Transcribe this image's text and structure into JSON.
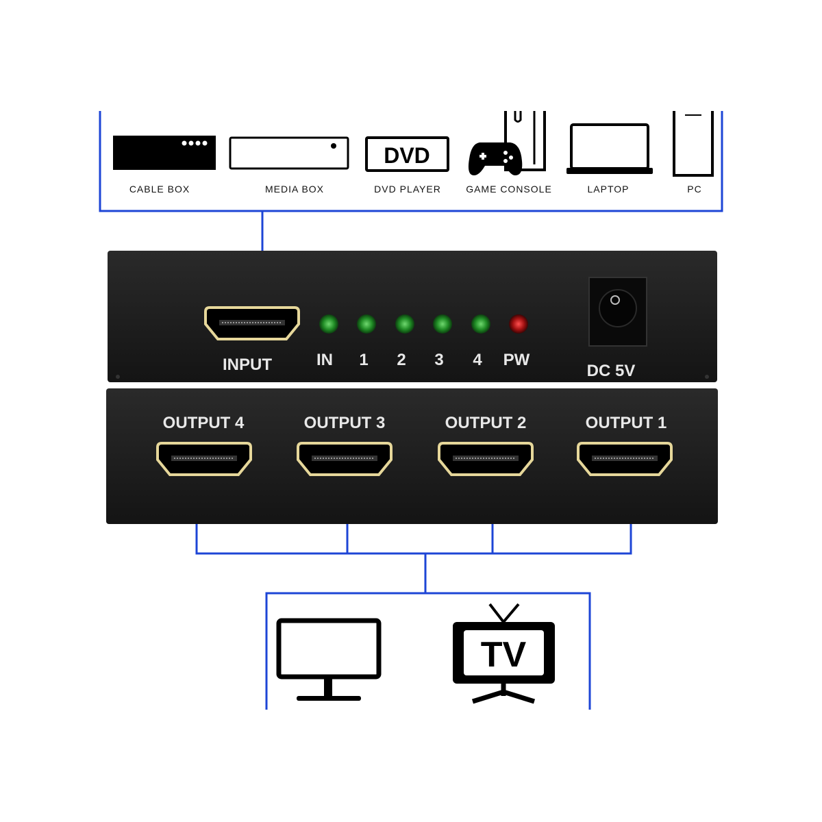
{
  "sources": [
    {
      "label": "CABLE BOX",
      "icon": "cable-box-icon"
    },
    {
      "label": "MEDIA BOX",
      "icon": "media-box-icon"
    },
    {
      "label": "DVD PLAYER",
      "icon": "dvd-player-icon",
      "icon_text": "DVD"
    },
    {
      "label": "GAME CONSOLE",
      "icon": "game-console-icon"
    },
    {
      "label": "LAPTOP",
      "icon": "laptop-icon"
    },
    {
      "label": "PC",
      "icon": "pc-icon"
    }
  ],
  "front_panel": {
    "input_label": "INPUT",
    "leds": [
      {
        "label": "IN",
        "color": "#2a9a2a"
      },
      {
        "label": "1",
        "color": "#2a9a2a"
      },
      {
        "label": "2",
        "color": "#2a9a2a"
      },
      {
        "label": "3",
        "color": "#2a9a2a"
      },
      {
        "label": "4",
        "color": "#2a9a2a"
      },
      {
        "label": "PW",
        "color": "#b01515"
      }
    ],
    "power_label": "DC 5V"
  },
  "back_panel": {
    "outputs": [
      "OUTPUT 4",
      "OUTPUT 3",
      "OUTPUT 2",
      "OUTPUT 1"
    ]
  },
  "displays": [
    {
      "icon": "monitor-icon"
    },
    {
      "icon": "tv-icon",
      "icon_text": "TV"
    }
  ],
  "colors": {
    "line": "#1d45d6",
    "device": "#161616",
    "port_gold": "#d9c27a"
  }
}
